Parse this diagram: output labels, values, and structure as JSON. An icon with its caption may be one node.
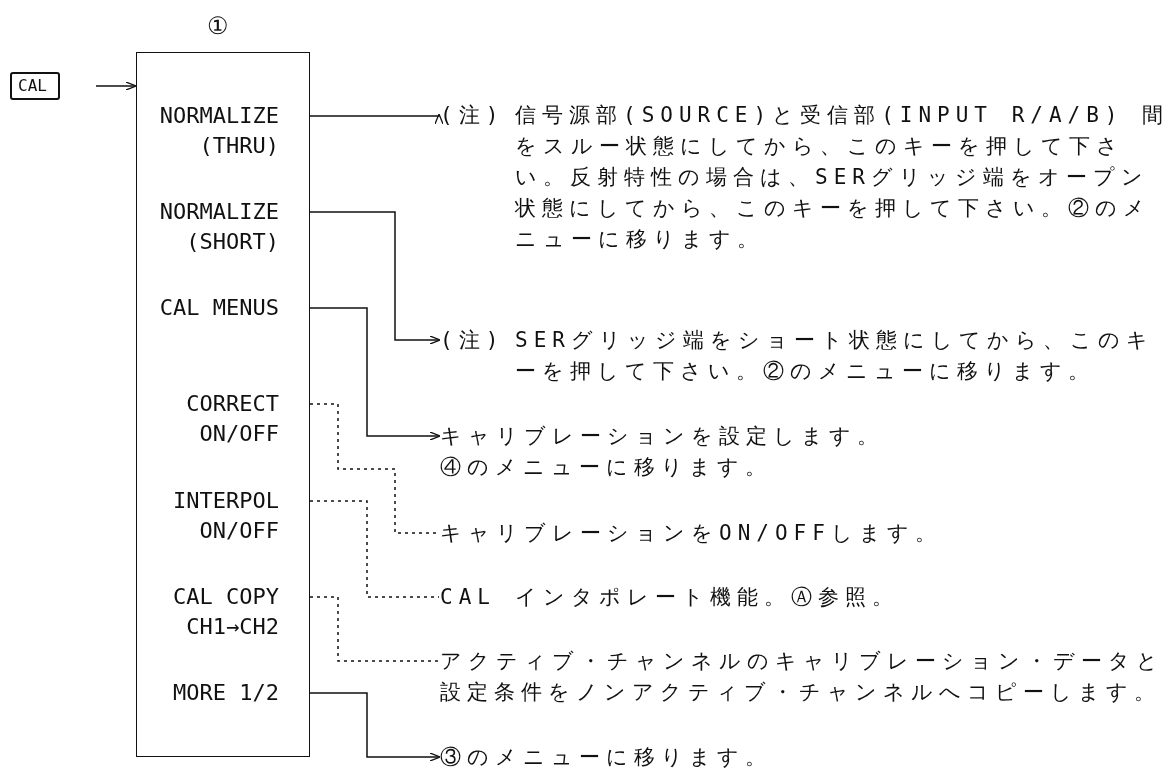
{
  "diagram": {
    "nodes": [
      {
        "text": [
          "①"
        ]
      },
      {
        "text": [
          "CAL"
        ]
      },
      {
        "text": [
          "NORMALIZE (THRU)"
        ],
        "in": 0
      },
      {
        "text": [
          "NORMALIZE (SHORT)"
        ],
        "in": 0
      },
      {
        "text": [
          "CAL MENUS"
        ],
        "in": 0
      },
      {
        "text": [
          "CORRECT ON/OFF"
        ],
        "in": 0
      },
      {
        "text": [
          "INTERPOL ON/OFF"
        ],
        "in": 0
      },
      {
        "text": [
          "CAL COPY CH1→CH2"
        ],
        "in": 0
      },
      {
        "text": [
          "MORE 1/2"
        ],
        "in": 0
      },
      {
        "text": [
          "(注)",
          "信号源部(SOURCE)と受信部(INPUT R/A/B) 間をスルー状態にしてから、このキーを押して下さい。反射特性の場合は、SERグリッジ端をオープン状態にしてから、このキーを押して下さい。②のメニューに移ります。"
        ]
      },
      {
        "text": [
          "(注)",
          "SERグリッジ端をショート状態にしてから、このキーを押して下さい。②のメニューに移ります。"
        ]
      },
      {
        "text": [
          "キャリブレーションを設定します。④のメニューに移ります。"
        ]
      },
      {
        "text": [
          "キャリブレーションをON/OFFします。"
        ]
      },
      {
        "text": [
          "CAL インタポレート機能。Ⓐ参照。"
        ]
      },
      {
        "text": [
          "アクティブ・チャンネルのキャリブレーション・データと設定条件をノンアクティブ・チャンネルへコピーします。"
        ]
      },
      {
        "text": [
          "③のメニューに移ります。"
        ]
      }
    ],
    "edges": [
      {
        "from": 1,
        "to": 0,
        "arrow": "to"
      },
      {
        "from": 2,
        "to": 9,
        "arrow": "to"
      },
      {
        "from": 3,
        "to": 10,
        "arrow": "to"
      },
      {
        "from": 4,
        "to": 11,
        "arrow": "to"
      },
      {
        "from": 5,
        "to": 12,
        "arrow": "none",
        "style": "dashed"
      },
      {
        "from": 6,
        "to": 13,
        "arrow": "none",
        "style": "dashed"
      },
      {
        "from": 7,
        "to": 14,
        "arrow": "none",
        "style": "dashed"
      },
      {
        "from": 8,
        "to": 15,
        "arrow": "to"
      }
    ]
  }
}
